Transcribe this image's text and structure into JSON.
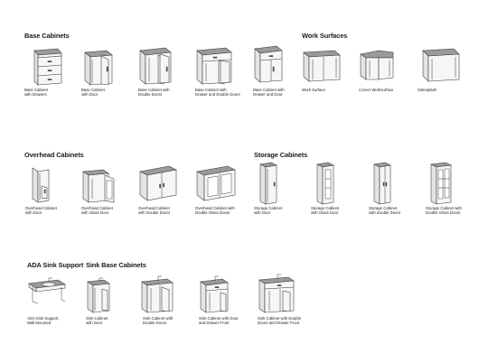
{
  "sections": {
    "base_cabinets": "Base Cabinets",
    "work_surfaces": "Work Surfaces",
    "overhead_cabinets": "Overhead Cabinets",
    "storage_cabinets": "Storage Cabinets",
    "ada_sink_support": "ADA Sink Support",
    "sink_base_cabinets": "Sink Base Cabinets"
  },
  "items": {
    "base_drawers": "Base Cabinet\nwith Drawers",
    "base_door": "Base Cabinet\nwith Door",
    "base_double": "Base Cabinet with\nDouble Doors",
    "base_drawer_double": "Base Cabinet with\nDrawer and Double Doors",
    "base_drawer_door": "Base Cabinet with\nDrawer and Door",
    "work_surface": "Work Surface",
    "corner_worksurface": "Corner Worksurface",
    "sidesplash": "Sidesplash",
    "overhead_door": "Overhead Cabinet\nwith Door",
    "overhead_glass": "Overhead Cabinet\nwith Glass Door",
    "overhead_double": "Overhead Cabinet\nwith Double Doors",
    "overhead_double_glass": "Overhead Cabinet with\nDouble Glass Doors",
    "storage_door": "Storage Cabinet\nwith Door",
    "storage_glass": "Storage Cabinet\nwith Glass Door",
    "storage_double": "Storage Cabinet\nwith Double Doors",
    "storage_double_glass": "Storage Cabinet with\nDouble Glass Doors",
    "ada_wall": "ADA Sink Support,\nWall Mounted",
    "sink_door": "Sink Cabinet\nwith Door",
    "sink_double": "Sink Cabinet with\nDouble Doors",
    "sink_door_drawer": "Sink Cabinet with Door\nand Drawer Front",
    "sink_double_drawer": "Sink Cabinet with Double\nDoors and Drawer Front"
  }
}
